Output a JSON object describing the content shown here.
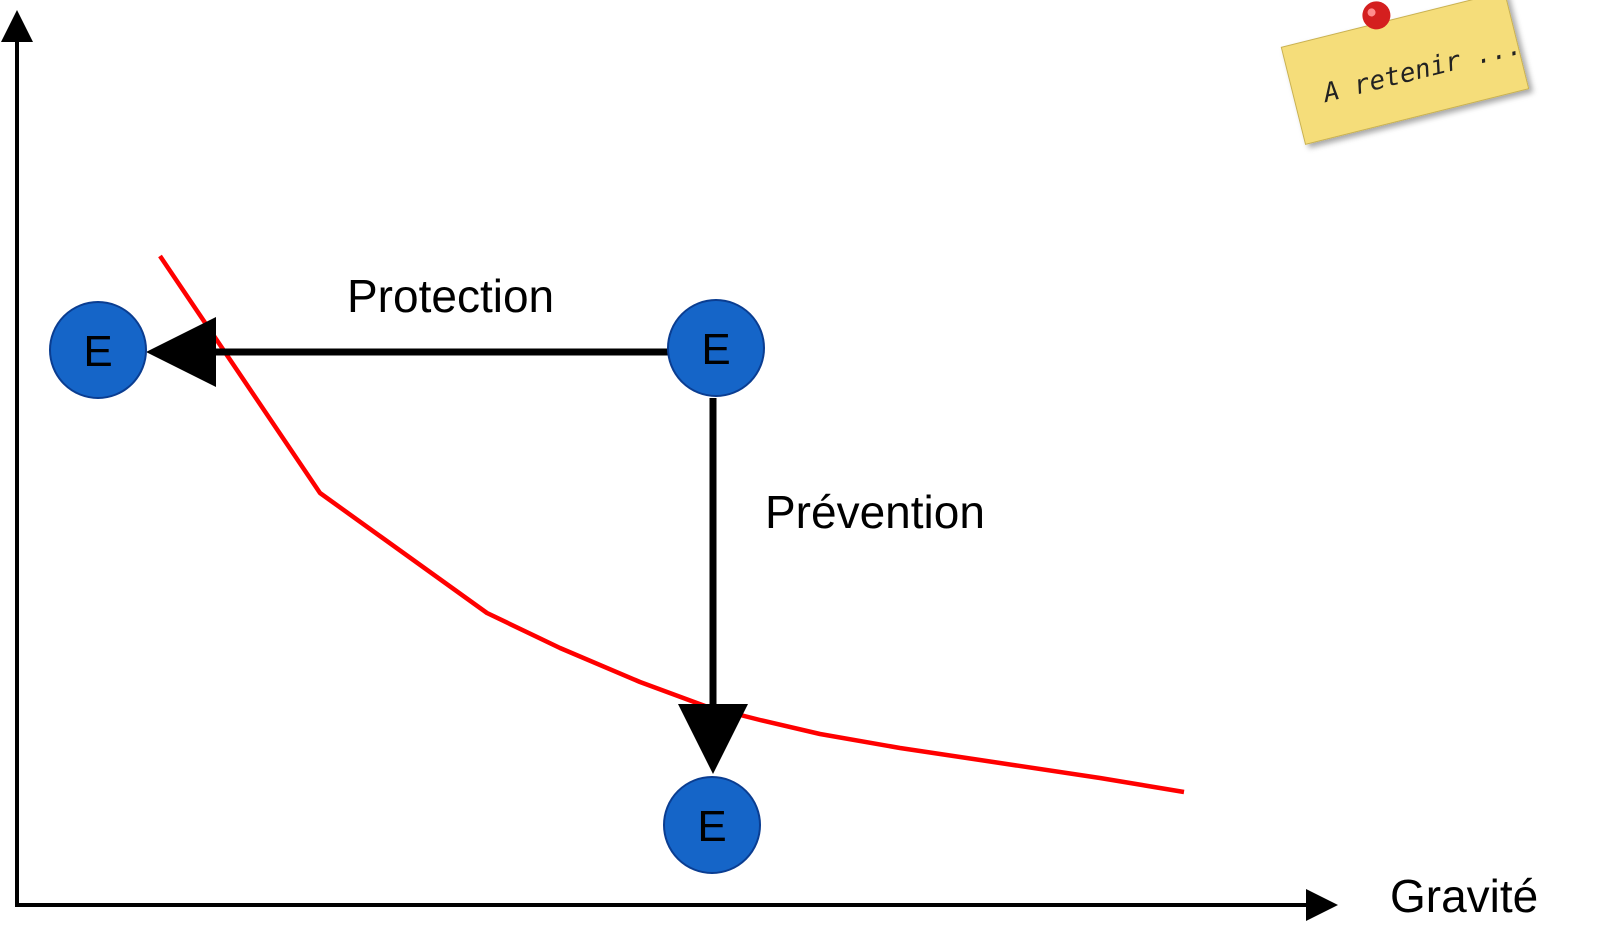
{
  "diagram": {
    "x_axis_label": "Gravité",
    "protection_label": "Protection",
    "prevention_label": "Prévention",
    "nodes": [
      {
        "id": "initial",
        "label": "E"
      },
      {
        "id": "after-protection",
        "label": "E"
      },
      {
        "id": "after-prevention",
        "label": "E"
      }
    ],
    "sticky_note_text": "A retenir ..."
  },
  "colors": {
    "node_fill": "#1565c8",
    "node_stroke": "#0a3d91",
    "curve": "#ff0000",
    "arrows": "#000000",
    "note_paper": "#f5dd7a",
    "note_pin": "#d41f1f"
  }
}
